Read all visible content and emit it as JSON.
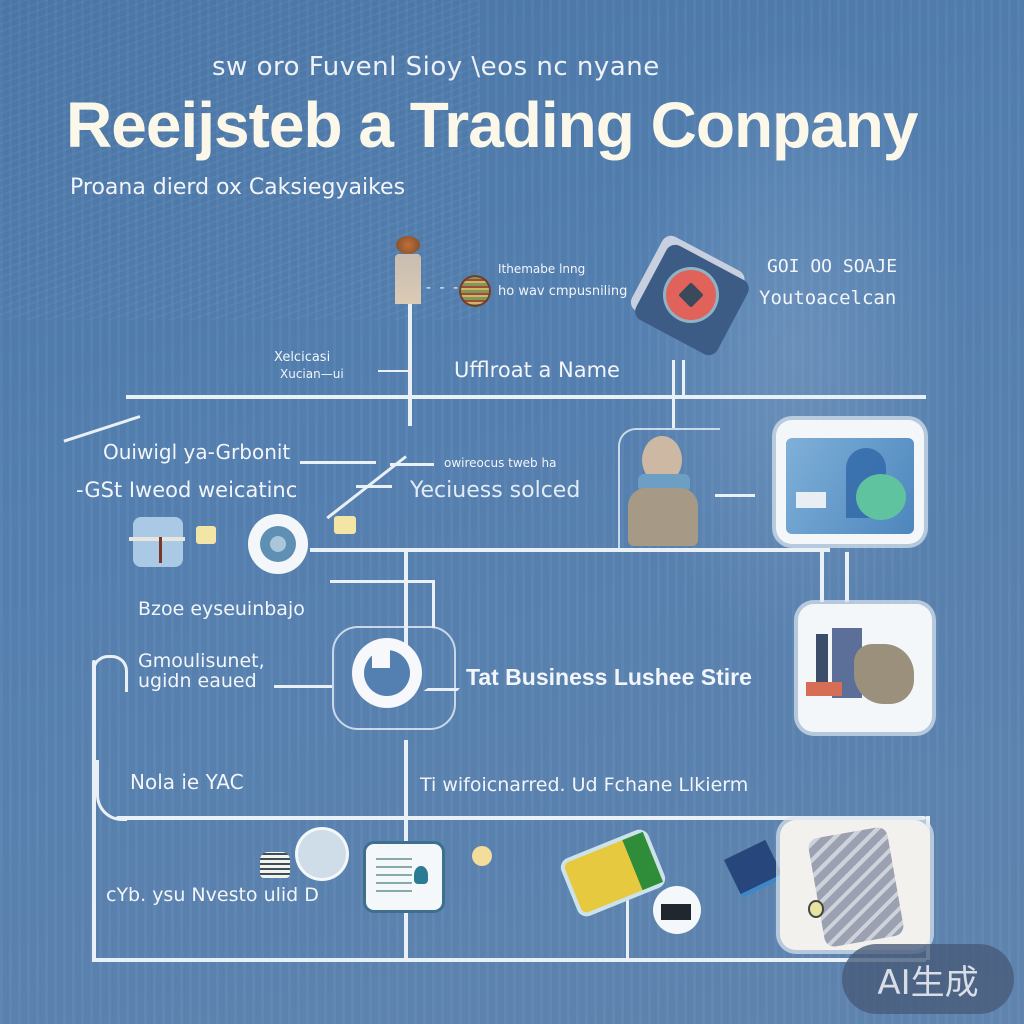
{
  "header": {
    "kicker": "sw oro Fuvenl Sioy \\eos nc nyane",
    "title": "Reeijsteb a Trading Conpany",
    "subtitle": "Proana dierd ox Caksiegyaikes"
  },
  "steps": {
    "top_note_line1": "Ithemabe lnng",
    "top_note_line2": "ho wav cmpusniling",
    "top_right_line1": "GOI OO SOAJE",
    "top_right_line2": "Youtoacelcan",
    "left_short_line1": "Xelcicasi",
    "left_short_line2": "Xucian—ui",
    "choose_name": "Ufflroat a Name",
    "left_a_line1": "Ouiwigl ya-Grbonit",
    "left_a_line2": "-GSt Iweod weicatinc",
    "mid_small": "owireocus tweb ha",
    "mid_label": "Yeciuess solced",
    "bullet_label": "Bzoe eyseuinbajo",
    "left_b_line1": "Gmoulisunet,",
    "left_b_line2": "ugidn eaued",
    "business_step": "Tat Business Lushee Stire",
    "left_c": "Nola ie YAC",
    "bottom_mid": "Ti wifoicnarred. Ud Fchane Llkierm",
    "bottom_left": "cYb. ysu Nvesto ulid D"
  },
  "icons": {
    "person": "person-icon",
    "coin": "coin-icon",
    "badge": "diamond-badge-icon",
    "globe": "globe-icon",
    "tool": "tool-card-icon",
    "doc": "document-icon",
    "card": "payment-card-icon",
    "map": "map-icon"
  },
  "colors": {
    "background": "#5480b1",
    "line": "#e9f0f6",
    "title": "#fbf8ea",
    "accent_red": "#e0625a"
  },
  "watermark": "AI生成"
}
